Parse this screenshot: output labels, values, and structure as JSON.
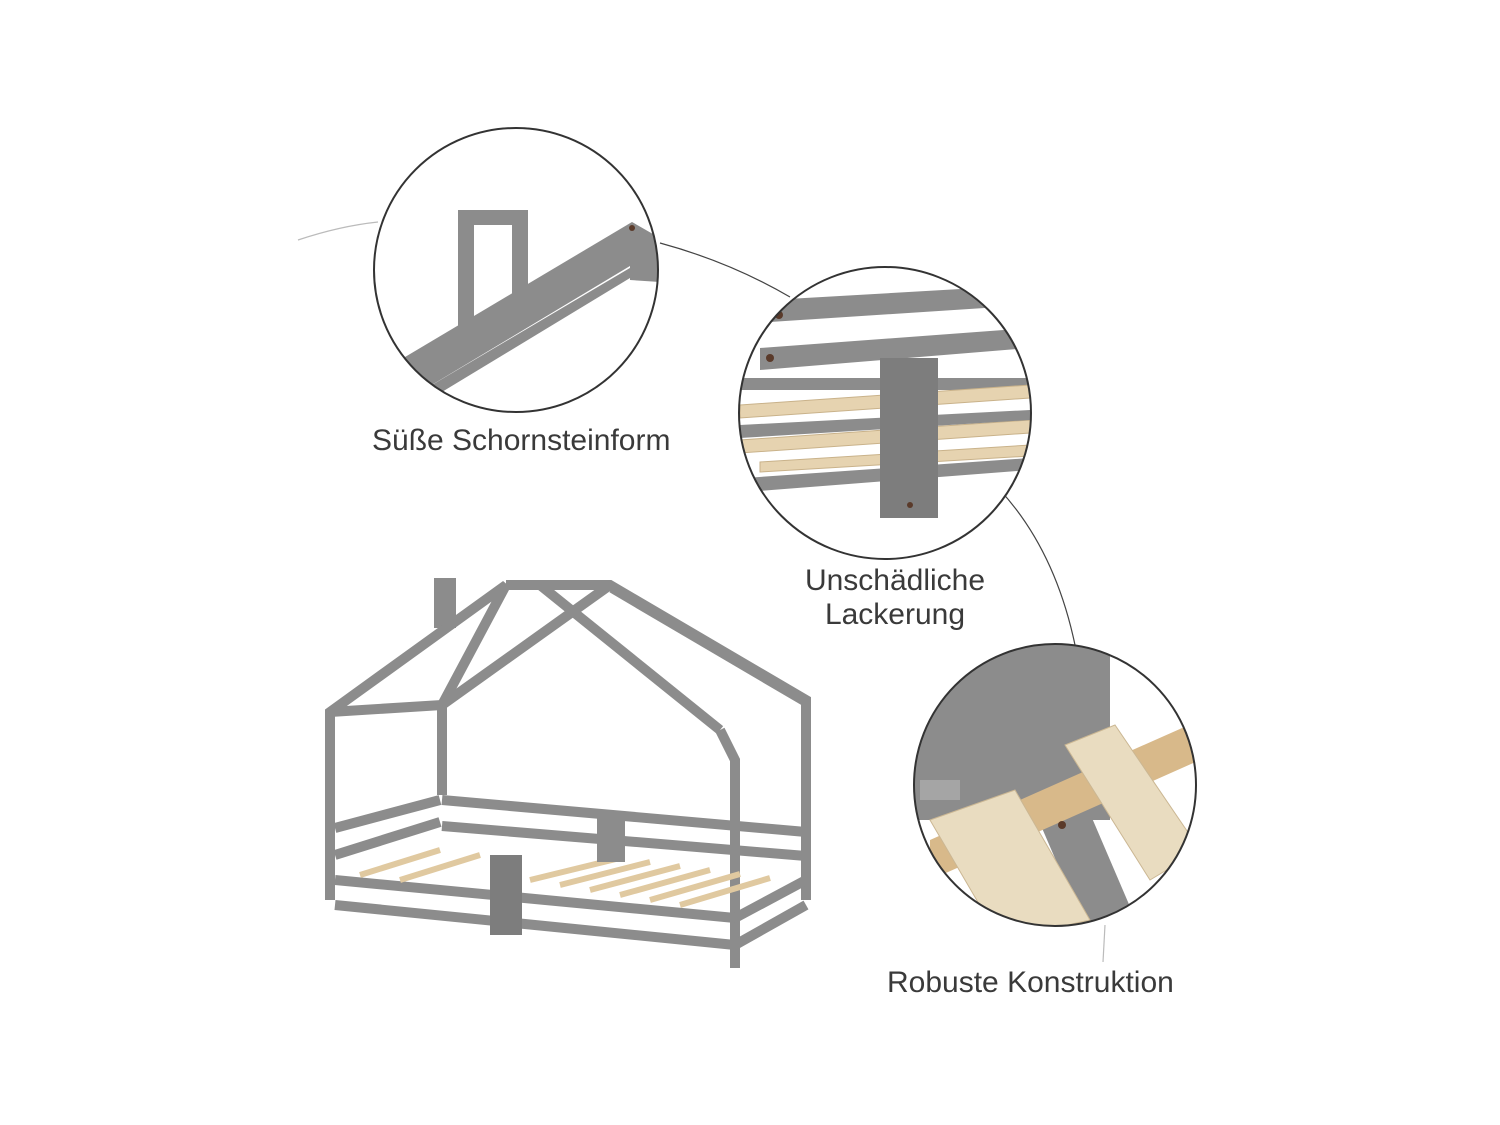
{
  "features": [
    {
      "label": "Süße Schornsteinform"
    },
    {
      "label_line1": "Unschädliche",
      "label_line2": "Lackerung"
    },
    {
      "label": "Robuste Konstruktion"
    }
  ],
  "colors": {
    "frame": "#8c8c8c",
    "frame_dark": "#6f6f6f",
    "slat": "#e6d3b0",
    "text": "#3a3a3a",
    "circle_border": "#333333"
  }
}
